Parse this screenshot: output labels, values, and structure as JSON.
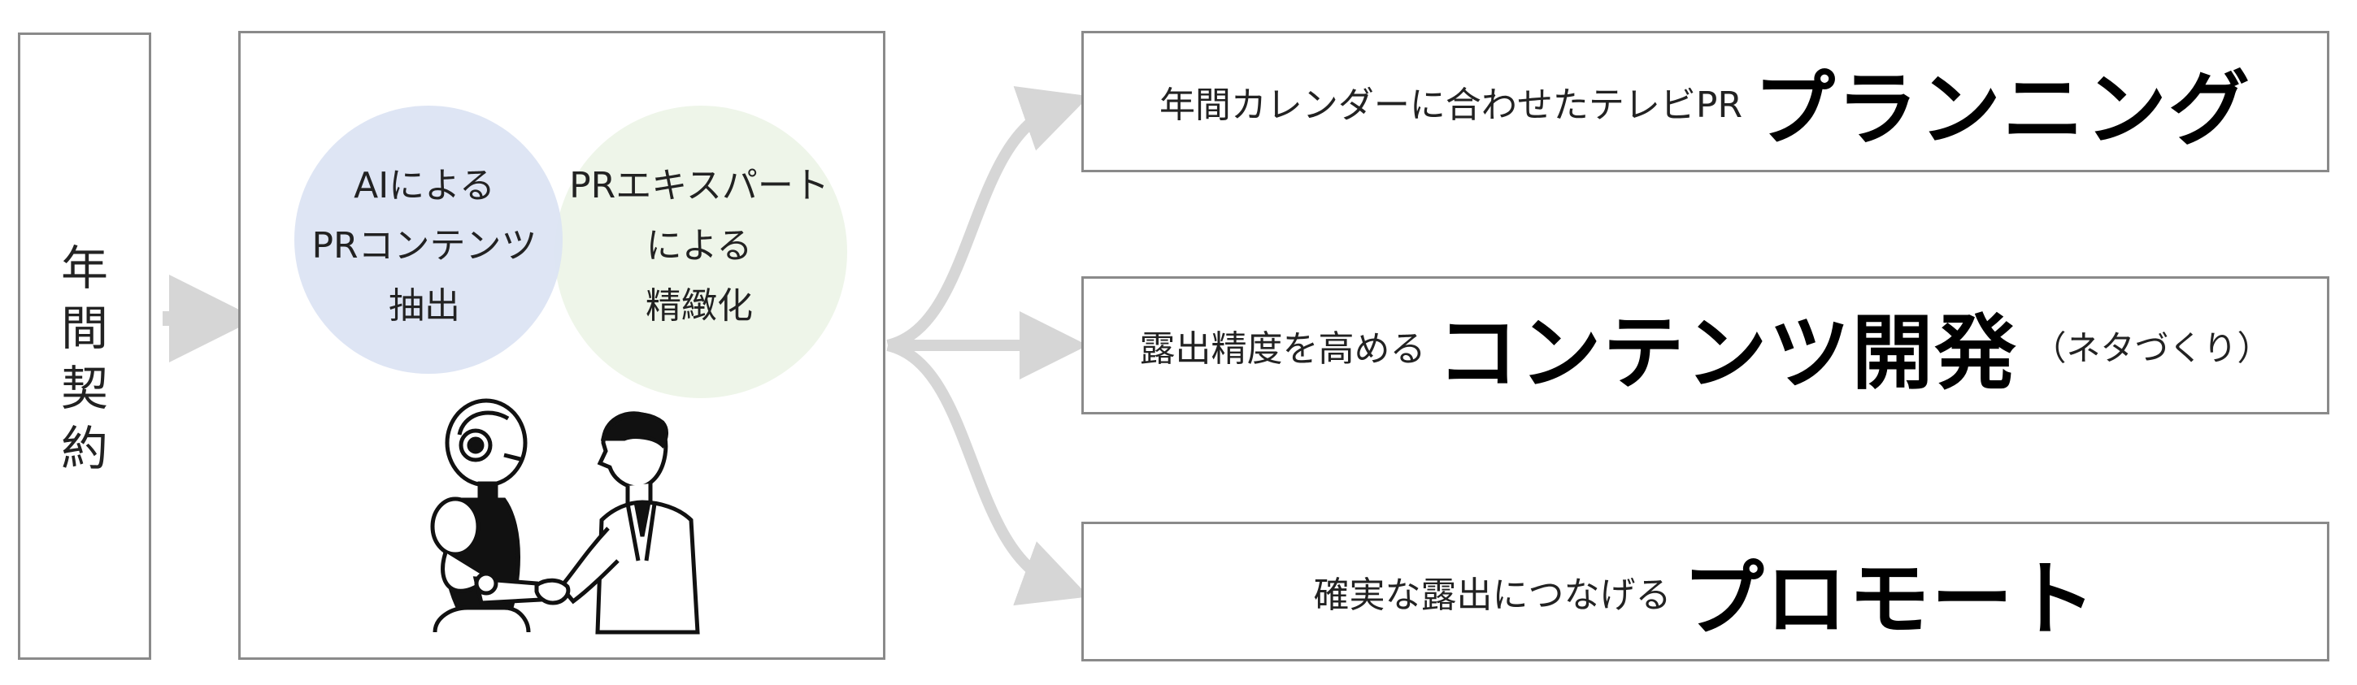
{
  "annual_contract": {
    "label": [
      "年",
      "間",
      "契",
      "約"
    ]
  },
  "center": {
    "ai_circle": {
      "lines": [
        "AIによる",
        "PRコンテンツ",
        "抽出"
      ]
    },
    "pr_circle": {
      "lines": [
        "PRエキスパート",
        "による",
        "精緻化"
      ]
    },
    "illustration": "robot-and-businessman-handshake"
  },
  "outcomes": [
    {
      "lead": "年間カレンダーに合わせたテレビPR",
      "title": "プランニング",
      "suffix": ""
    },
    {
      "lead": "露出精度を高める",
      "title": "コンテンツ開発",
      "suffix": "（ネタづくり）"
    },
    {
      "lead": "確実な露出につなげる",
      "title": "プロモート",
      "suffix": ""
    }
  ],
  "colors": {
    "border": "#8a8a8a",
    "arrow": "#d6d6d6",
    "ai_circle": "#dbe3f3",
    "pr_circle": "#eef5e9"
  }
}
